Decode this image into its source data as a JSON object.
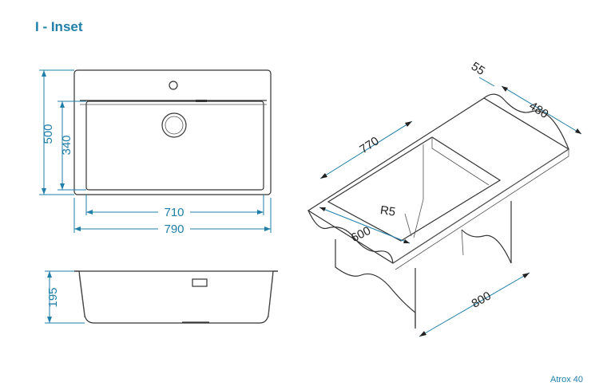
{
  "title": "I - Inset",
  "model": "Atrox 40",
  "dimensions": {
    "overall_depth": "500",
    "bowl_depth": "340",
    "bowl_width": "710",
    "overall_width": "790",
    "height": "195",
    "cabinet_width": "770",
    "ledge": "55",
    "cut_depth": "480",
    "cut_width": "600",
    "radius": "R5",
    "base_width": "800"
  },
  "colors": {
    "accent": "#1f7fa8",
    "line": "#333333"
  }
}
